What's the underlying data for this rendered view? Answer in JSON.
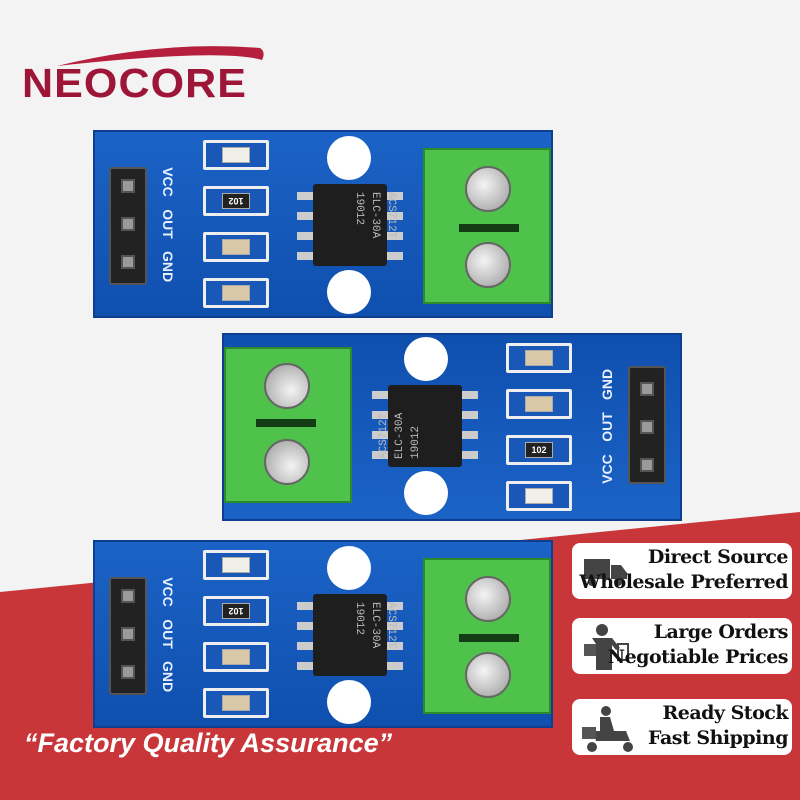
{
  "brand": {
    "logo_text": "NEOCORE",
    "color": "#9e1637"
  },
  "colors": {
    "background": "#f3f3f3",
    "accent_red": "#c8363a",
    "pcb_blue": "#1b63c6",
    "terminal_green": "#4ec24a"
  },
  "board": {
    "pin_labels": [
      "VCC",
      "OUT",
      "GND"
    ],
    "resistor_marking": "102",
    "chip_lines": [
      "ACS712T",
      "ELC-30A",
      "19012"
    ]
  },
  "badges": [
    {
      "icon": "truck-icon",
      "line1": "Direct Source",
      "line2": "Wholesale Preferred"
    },
    {
      "icon": "person-with-boxes-icon",
      "line1": "Large Orders",
      "line2": "Negotiable Prices"
    },
    {
      "icon": "delivery-scooter-icon",
      "line1": "Ready Stock",
      "line2": "Fast Shipping"
    }
  ],
  "slogan": "“Factory Quality Assurance”"
}
